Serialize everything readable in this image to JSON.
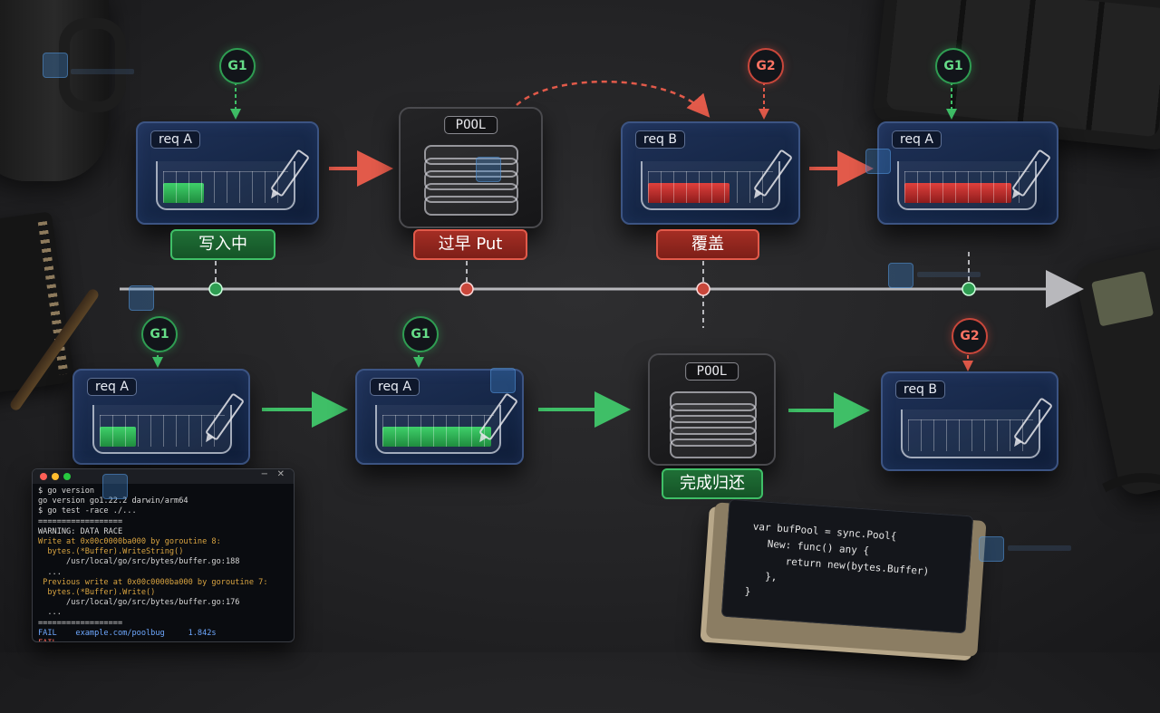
{
  "top_row": {
    "cards": [
      {
        "title": "req A",
        "tag": "G1",
        "tag_color": "#2f9d52",
        "fill": "green",
        "fill_fraction": 0.35
      },
      {
        "title": "req B",
        "tag": "G2",
        "tag_color": "#c9473b",
        "fill": "red",
        "fill_fraction": 0.7
      },
      {
        "title": "req A",
        "tag": "G1",
        "tag_color": "#2f9d52",
        "fill": "red",
        "fill_fraction": 0.85
      }
    ],
    "pool_title": "POOL",
    "statuses": [
      "写入中",
      "过早 Put",
      "覆盖"
    ]
  },
  "bottom_row": {
    "cards": [
      {
        "title": "req A",
        "tag": "G1",
        "fill": "green",
        "fill_fraction": 0.3
      },
      {
        "title": "req A",
        "tag": "G1",
        "fill": "green",
        "fill_fraction": 1.0
      },
      {
        "title": "req B",
        "tag": "G2",
        "fill": "none",
        "fill_fraction": 0
      }
    ],
    "pool_title": "POOL",
    "status": "完成归还"
  },
  "colors": {
    "ok": "#3fbf67",
    "bad": "#e25a4a",
    "timeline": "#b8b8bc"
  },
  "terminal": {
    "lines": [
      {
        "text": "$ go version",
        "color": "#d8d8d8"
      },
      {
        "text": "go version go1.22.2 darwin/arm64",
        "color": "#d8d8d8"
      },
      {
        "text": "$ go test -race ./...",
        "color": "#d8d8d8"
      },
      {
        "text": "==================",
        "color": "#d8d8d8"
      },
      {
        "text": "WARNING: DATA RACE",
        "color": "#d8d8d8"
      },
      {
        "text": "Write at 0x00c0000ba000 by goroutine 8:",
        "color": "#d9a441"
      },
      {
        "text": "  bytes.(*Buffer).WriteString()",
        "color": "#d9a441"
      },
      {
        "text": "      /usr/local/go/src/bytes/buffer.go:188",
        "color": "#d8d8d8"
      },
      {
        "text": "  ...",
        "color": "#d8d8d8"
      },
      {
        "text": " Previous write at 0x00c0000ba000 by goroutine 7:",
        "color": "#d9a441"
      },
      {
        "text": "  bytes.(*Buffer).Write()",
        "color": "#d9a441"
      },
      {
        "text": "      /usr/local/go/src/bytes/buffer.go:176",
        "color": "#d8d8d8"
      },
      {
        "text": "  ...",
        "color": "#d8d8d8"
      },
      {
        "text": "==================",
        "color": "#d8d8d8"
      },
      {
        "text": "FAIL    example.com/poolbug     1.842s",
        "color": "#6ea8ff"
      },
      {
        "text": "FAIL",
        "color": "#ff6a5a"
      }
    ]
  },
  "code": {
    "lines": [
      "var bufPool = sync.Pool{",
      "  New: func() any {",
      "    return new(bytes.Buffer)",
      "  },",
      "}"
    ]
  }
}
